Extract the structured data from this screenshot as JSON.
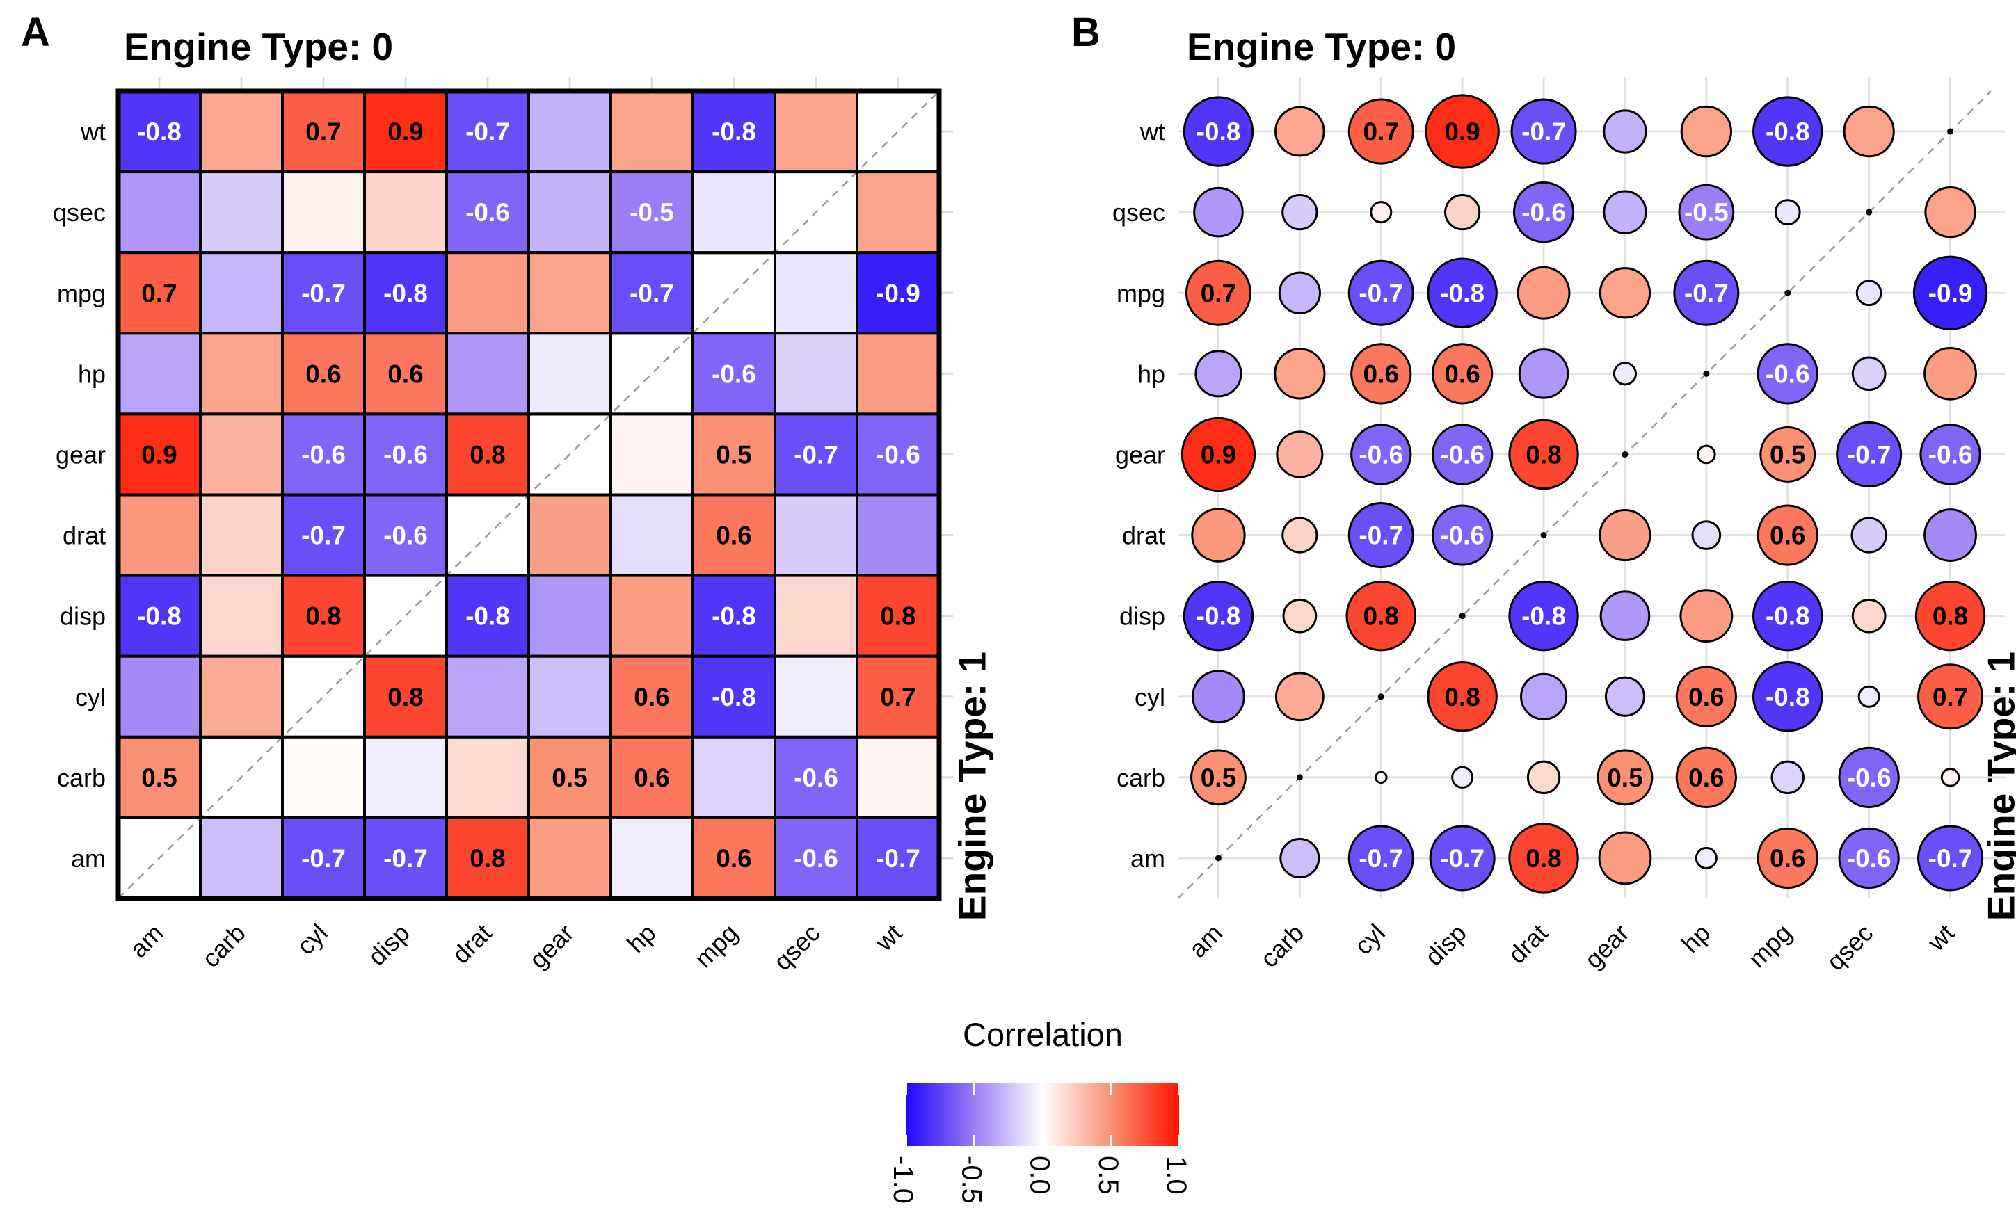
{
  "panels": {
    "a_letter": "A",
    "b_letter": "B"
  },
  "facets": {
    "top": "Engine Type: 0",
    "right": "Engine Type: 1"
  },
  "legend": {
    "title": "Correlation",
    "ticks": [
      "-1.0",
      "-0.5",
      "0.0",
      "0.5",
      "1.0"
    ]
  },
  "chart_data": {
    "type": "heatmap",
    "description": "Correlation matrix of mtcars variables, upper-left triangle = Engine Type 0, lower-right triangle = Engine Type 1; panel A rendered as colored tiles, panel B as sized circles",
    "x_categories": [
      "am",
      "carb",
      "cyl",
      "disp",
      "drat",
      "gear",
      "hp",
      "mpg",
      "qsec",
      "wt"
    ],
    "y_categories_top_to_bottom": [
      "wt",
      "qsec",
      "mpg",
      "hp",
      "gear",
      "drat",
      "disp",
      "cyl",
      "carb",
      "am"
    ],
    "matrix": [
      [
        -0.8,
        0.4,
        0.7,
        0.9,
        -0.7,
        -0.3,
        0.42,
        -0.8,
        0.42,
        null
      ],
      [
        -0.4,
        -0.2,
        0.07,
        0.2,
        -0.6,
        -0.3,
        -0.5,
        -0.1,
        null,
        0.42
      ],
      [
        0.7,
        -0.28,
        -0.7,
        -0.8,
        0.45,
        0.42,
        -0.7,
        null,
        -0.1,
        -0.9
      ],
      [
        -0.35,
        0.42,
        0.6,
        0.6,
        -0.4,
        -0.08,
        null,
        -0.6,
        -0.18,
        0.45
      ],
      [
        0.9,
        0.35,
        -0.6,
        -0.6,
        0.8,
        null,
        0.05,
        0.5,
        -0.7,
        -0.6
      ],
      [
        0.47,
        0.2,
        -0.7,
        -0.6,
        null,
        0.43,
        -0.13,
        0.6,
        -0.2,
        -0.45
      ],
      [
        -0.8,
        0.18,
        0.8,
        null,
        -0.8,
        -0.4,
        0.45,
        -0.8,
        0.18,
        0.8
      ],
      [
        -0.45,
        0.38,
        null,
        0.8,
        -0.35,
        -0.25,
        0.6,
        -0.8,
        -0.07,
        0.7
      ],
      [
        0.5,
        null,
        0.02,
        -0.07,
        0.17,
        0.5,
        0.6,
        -0.17,
        -0.6,
        0.05
      ],
      [
        null,
        -0.25,
        -0.7,
        -0.7,
        0.8,
        0.45,
        -0.07,
        0.6,
        -0.6,
        -0.7
      ]
    ],
    "label_threshold": 0.5,
    "legend_title": "Correlation",
    "legend_ticks": [
      "-1.0",
      "-0.5",
      "0.0",
      "0.5",
      "1.0"
    ],
    "color_scale": {
      "minus1": "#2007F8",
      "minus05": "#9B7DF6",
      "zero": "#FFFFFF",
      "plus05": "#FA9175",
      "plus1": "#FF1400"
    },
    "panel_styles": [
      "tiles",
      "circles"
    ],
    "grid": true,
    "diagonal": "dashed line, blank cells (tiles) / black dots (circles)"
  }
}
